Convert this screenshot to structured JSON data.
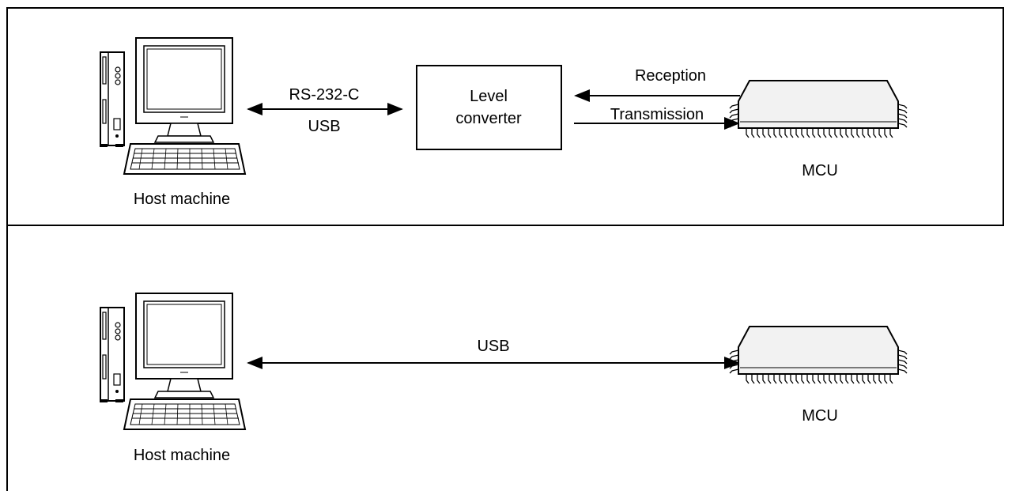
{
  "top": {
    "host_label": "Host machine",
    "link_label_1": "RS-232-C",
    "link_label_2": "USB",
    "converter_line_1": "Level",
    "converter_line_2": "converter",
    "reception_label": "Reception",
    "transmission_label": "Transmission",
    "mcu_label": "MCU"
  },
  "bottom": {
    "host_label": "Host machine",
    "link_label": "USB",
    "mcu_label": "MCU"
  },
  "colors": {
    "line": "#000000",
    "fill": "#ffffff",
    "chip": "#f2f2f2"
  }
}
